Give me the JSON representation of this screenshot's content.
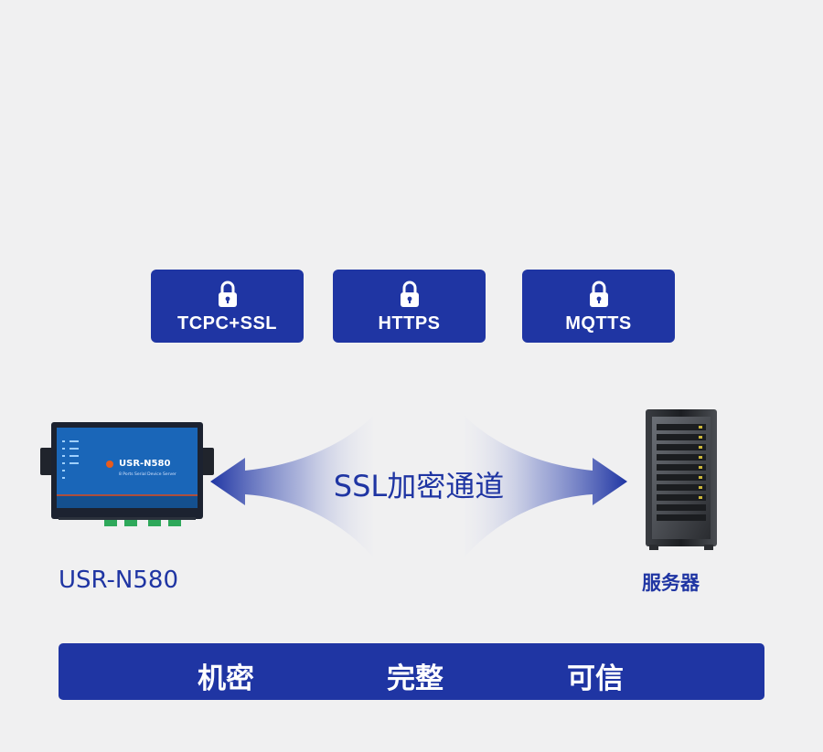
{
  "protocols": [
    {
      "label": "TCPC+SSL",
      "icon": "lock-icon"
    },
    {
      "label": "HTTPS",
      "icon": "lock-icon"
    },
    {
      "label": "MQTTS",
      "icon": "lock-icon"
    }
  ],
  "channel": {
    "label": "SSL加密通道",
    "arrow_color": "#1f35a3"
  },
  "device": {
    "label": "USR-N580",
    "panel_name": "USR-N580",
    "panel_subtitle": "8 Ports Serial Device Server"
  },
  "server": {
    "label": "服务器"
  },
  "features": [
    "机密",
    "完整",
    "可信"
  ],
  "colors": {
    "brand_blue": "#1f35a3",
    "background": "#f0f0f1"
  }
}
